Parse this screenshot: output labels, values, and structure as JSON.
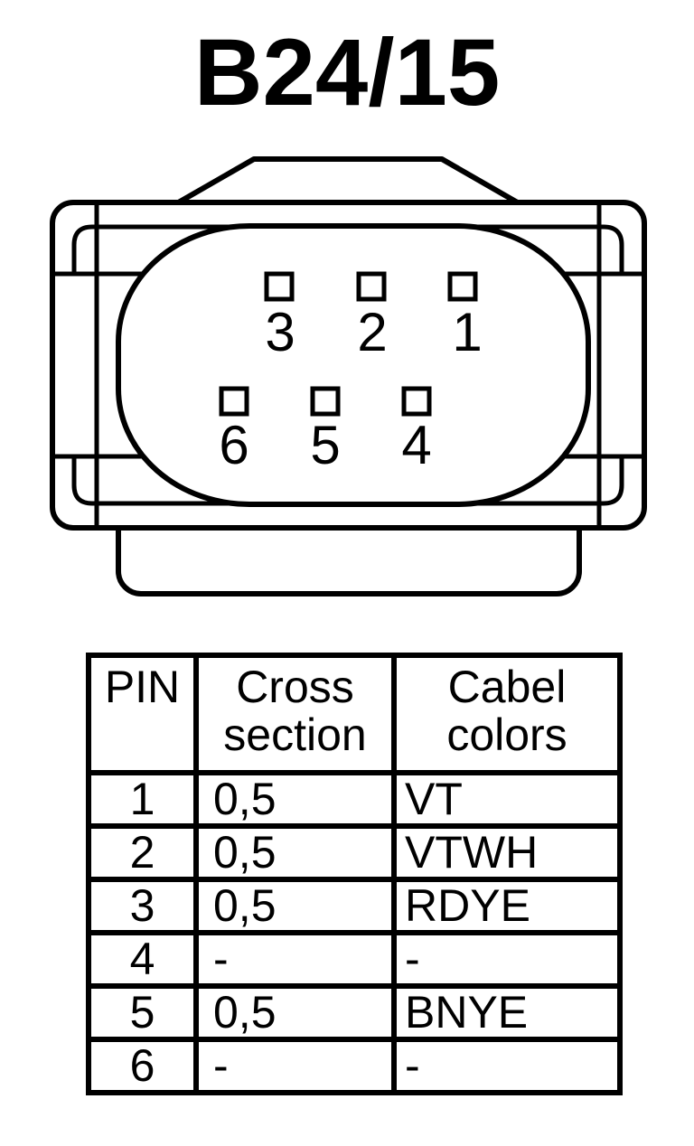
{
  "title": "B24/15",
  "colors": {
    "line": "#000000",
    "background": "#ffffff"
  },
  "connector": {
    "pin_count": 6,
    "pins": [
      {
        "label": "3",
        "row": "top"
      },
      {
        "label": "2",
        "row": "top"
      },
      {
        "label": "1",
        "row": "top"
      },
      {
        "label": "6",
        "row": "bottom"
      },
      {
        "label": "5",
        "row": "bottom"
      },
      {
        "label": "4",
        "row": "bottom"
      }
    ]
  },
  "table": {
    "headers": {
      "pin": "PIN",
      "cross_section": "Cross section",
      "cable_colors": "Cabel colors"
    },
    "rows": [
      {
        "pin": "1",
        "cross_section": "0,5",
        "cable_color": "VT"
      },
      {
        "pin": "2",
        "cross_section": "0,5",
        "cable_color": "VTWH"
      },
      {
        "pin": "3",
        "cross_section": "0,5",
        "cable_color": "RDYE"
      },
      {
        "pin": "4",
        "cross_section": "-",
        "cable_color": "-"
      },
      {
        "pin": "5",
        "cross_section": "0,5",
        "cable_color": "BNYE"
      },
      {
        "pin": "6",
        "cross_section": "-",
        "cable_color": "-"
      }
    ]
  }
}
